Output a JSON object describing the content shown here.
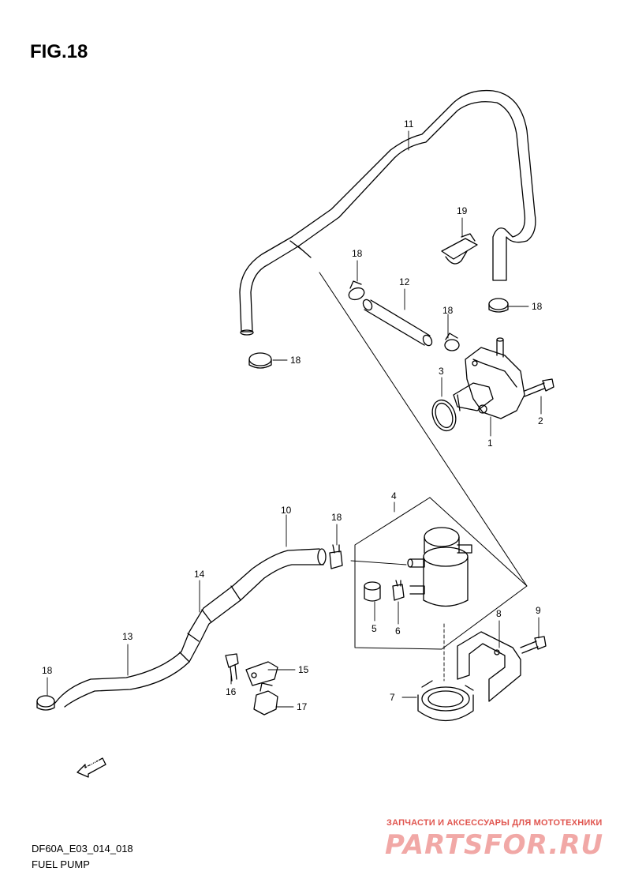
{
  "figure": {
    "title": "FIG.18",
    "code": "DF60A_E03_014_018",
    "name": "FUEL PUMP"
  },
  "fwd_label": "FWD",
  "watermark": {
    "top_line": "ЗАПЧАСТИ И АКСЕССУАРЫ ДЛЯ МОТОТЕХНИКИ",
    "logo": "PARTSFOR.RU"
  },
  "callouts": [
    "11",
    "19",
    "18",
    "12",
    "18",
    "18",
    "18",
    "3",
    "2",
    "1",
    "4",
    "10",
    "18",
    "14",
    "5",
    "6",
    "13",
    "8",
    "9",
    "18",
    "15",
    "16",
    "7",
    "17"
  ],
  "colors": {
    "line": "#000000",
    "watermark": "#e0554f",
    "watermark_logo": "#f1a8a6"
  }
}
